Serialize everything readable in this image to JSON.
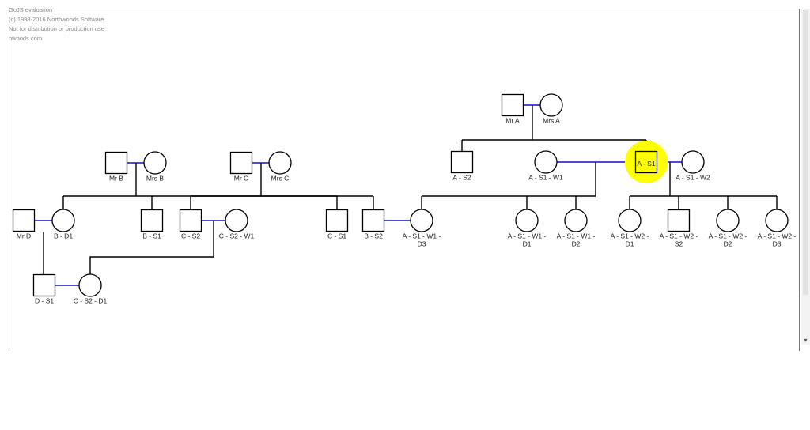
{
  "watermark": {
    "line1": "GoJS evaluation",
    "line2": "(c) 1998-2016 Northwoods Software",
    "line3": "Not for distribution or production use",
    "line4": "nwoods.com"
  },
  "colors": {
    "marriage_link": "#1010cc",
    "parent_link": "#000000",
    "highlight": "#ffff00"
  },
  "scrollbar": {
    "down_arrow": "▾"
  },
  "people": [
    {
      "id": "mr-a",
      "label": "Mr A",
      "gender": "male"
    },
    {
      "id": "mrs-a",
      "label": "Mrs A",
      "gender": "female"
    },
    {
      "id": "a-s2",
      "label": "A - S2",
      "gender": "male"
    },
    {
      "id": "a-s1-w1",
      "label": "A - S1 - W1",
      "gender": "female"
    },
    {
      "id": "a-s1",
      "label": "A - S1",
      "gender": "male",
      "highlighted": true
    },
    {
      "id": "a-s1-w2",
      "label": "A - S1 - W2",
      "gender": "female"
    },
    {
      "id": "mr-b",
      "label": "Mr B",
      "gender": "male"
    },
    {
      "id": "mrs-b",
      "label": "Mrs B",
      "gender": "female"
    },
    {
      "id": "mr-c",
      "label": "Mr C",
      "gender": "male"
    },
    {
      "id": "mrs-c",
      "label": "Mrs C",
      "gender": "female"
    },
    {
      "id": "mr-d",
      "label": "Mr D",
      "gender": "male"
    },
    {
      "id": "b-d1",
      "label": "B - D1",
      "gender": "female"
    },
    {
      "id": "b-s1",
      "label": "B - S1",
      "gender": "male"
    },
    {
      "id": "c-s2",
      "label": "C - S2",
      "gender": "male"
    },
    {
      "id": "c-s2-w1",
      "label": "C - S2 - W1",
      "gender": "female"
    },
    {
      "id": "c-s1",
      "label": "C - S1",
      "gender": "male"
    },
    {
      "id": "b-s2",
      "label": "B - S2",
      "gender": "male"
    },
    {
      "id": "a-s1-w1-d3",
      "label": "A - S1 - W1 - D3",
      "gender": "female"
    },
    {
      "id": "a-s1-w1-d1",
      "label": "A - S1 - W1 - D1",
      "gender": "female"
    },
    {
      "id": "a-s1-w1-d2",
      "label": "A - S1 - W1 - D2",
      "gender": "female"
    },
    {
      "id": "a-s1-w2-d1",
      "label": "A - S1 - W2 - D1",
      "gender": "female"
    },
    {
      "id": "a-s1-w2-s2",
      "label": "A - S1 - W2 - S2",
      "gender": "male"
    },
    {
      "id": "a-s1-w2-d2",
      "label": "A - S1 - W2 - D2",
      "gender": "female"
    },
    {
      "id": "a-s1-w2-d3",
      "label": "A - S1 - W2 - D3",
      "gender": "female"
    },
    {
      "id": "d-s1",
      "label": "D - S1",
      "gender": "male"
    },
    {
      "id": "c-s2-d1",
      "label": "C - S2 - D1",
      "gender": "female"
    }
  ],
  "marriages": [
    {
      "a": "mr-a",
      "b": "mrs-a"
    },
    {
      "a": "a-s1-w1",
      "b": "a-s1"
    },
    {
      "a": "a-s1",
      "b": "a-s1-w2"
    },
    {
      "a": "mr-b",
      "b": "mrs-b"
    },
    {
      "a": "mr-c",
      "b": "mrs-c"
    },
    {
      "a": "mr-d",
      "b": "b-d1"
    },
    {
      "a": "c-s2",
      "b": "c-s2-w1"
    },
    {
      "a": "b-s2",
      "b": "a-s1-w1-d3"
    },
    {
      "a": "d-s1",
      "b": "c-s2-d1"
    }
  ],
  "families": [
    {
      "parents": [
        "mr-a",
        "mrs-a"
      ],
      "children": [
        "a-s2",
        "a-s1"
      ]
    },
    {
      "parents": [
        "mr-b",
        "mrs-b"
      ],
      "children": [
        "b-d1",
        "b-s1",
        "b-s2"
      ]
    },
    {
      "parents": [
        "mr-c",
        "mrs-c"
      ],
      "children": [
        "c-s2",
        "c-s1"
      ]
    },
    {
      "parents": [
        "a-s1-w1",
        "a-s1"
      ],
      "children": [
        "a-s1-w1-d3",
        "a-s1-w1-d1",
        "a-s1-w1-d2"
      ]
    },
    {
      "parents": [
        "a-s1",
        "a-s1-w2"
      ],
      "children": [
        "a-s1-w2-d1",
        "a-s1-w2-s2",
        "a-s1-w2-d2",
        "a-s1-w2-d3"
      ]
    },
    {
      "parents": [
        "mr-d",
        "b-d1"
      ],
      "children": [
        "d-s1"
      ]
    },
    {
      "parents": [
        "c-s2",
        "c-s2-w1"
      ],
      "children": [
        "c-s2-d1"
      ]
    }
  ]
}
